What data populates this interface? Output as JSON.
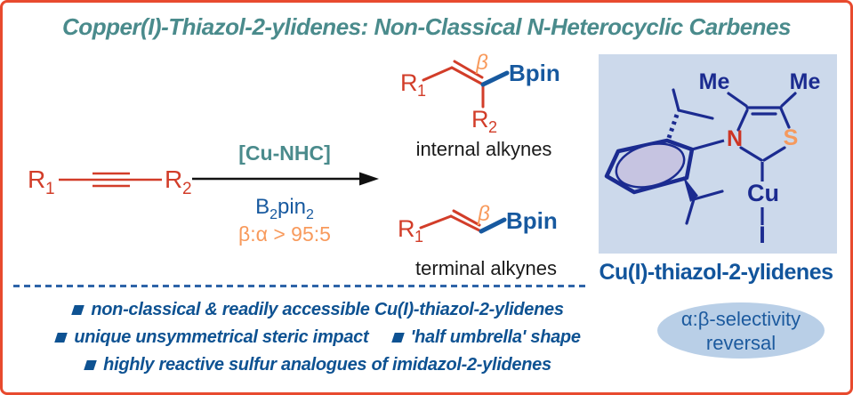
{
  "title": "Copper(I)-Thiazol-2-ylidenes: Non-Classical N-Heterocyclic Carbenes",
  "reaction": {
    "reactant": {
      "r1": "R",
      "r1_sub": "1",
      "r2": "R",
      "r2_sub": "2"
    },
    "arrow": {
      "catalyst": "[Cu-NHC]",
      "reagent_b": "B",
      "reagent_sub1": "2",
      "reagent_pin": "pin",
      "reagent_sub2": "2",
      "selectivity": "β:α > 95:5"
    },
    "internal": {
      "r1": "R",
      "r1_sub": "1",
      "r2": "R",
      "r2_sub": "2",
      "beta": "β",
      "bpin": "Bpin",
      "label": "internal alkynes"
    },
    "terminal": {
      "r1": "R",
      "r1_sub": "1",
      "beta": "β",
      "bpin": "Bpin",
      "label": "terminal alkynes"
    }
  },
  "catalyst": {
    "me_left": "Me",
    "me_right": "Me",
    "n": "N",
    "s": "S",
    "cu": "Cu",
    "iodide": "I",
    "caption": "Cu(I)-thiazol-2-ylidenes"
  },
  "bullets": {
    "line1": [
      {
        "text": "non-classical & readily accessible Cu(I)-thiazol-2-ylidenes"
      }
    ],
    "line2": [
      {
        "text": "unique unsymmetrical steric impact"
      },
      {
        "text": "'half umbrella' shape"
      }
    ],
    "line3": [
      {
        "text": "highly reactive sulfur analogues of imidazol-2-ylidenes"
      }
    ]
  },
  "badge": {
    "line1": "α:β-selectivity",
    "line2": "reversal"
  },
  "colors": {
    "border_red": "#e84a2e",
    "title_teal": "#4a8b8c",
    "structure_red": "#d23d29",
    "boron_blue": "#17599f",
    "beta_orange": "#f89a5c",
    "structure_navy": "#1b2b90",
    "bullet_blue": "#0e5292",
    "caption_blue": "#12559c",
    "badge_text_blue": "#1c5a9e",
    "badge_bg": "#b9cfe7",
    "box_bg": "#ccd9eb",
    "aryl_ring_fill": "#c6c4e1",
    "nitrogen_red": "#cd3524",
    "sulfur_orange": "#f59a5e",
    "dash_blue": "#2e64a8",
    "text_black": "#1a1a1a"
  }
}
